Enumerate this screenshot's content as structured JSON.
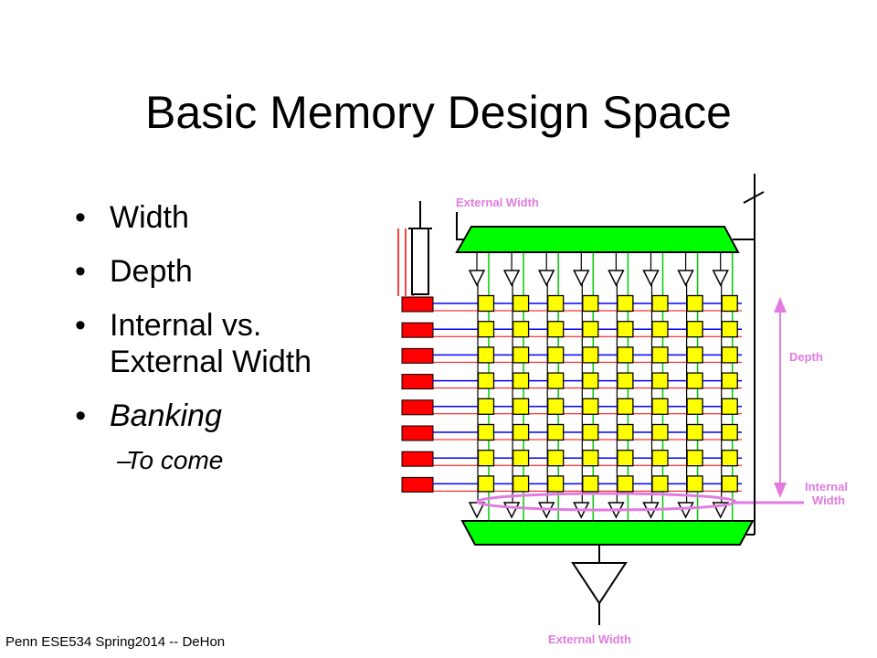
{
  "slide": {
    "title": "Basic Memory Design Space",
    "bullets": [
      {
        "text": "Width"
      },
      {
        "text": "Depth"
      },
      {
        "text": "Internal vs. External Width"
      },
      {
        "text": "Banking"
      }
    ],
    "sub_bullet": "To come",
    "footer": "Penn ESE534 Spring2014 -- DeHon"
  },
  "diagram": {
    "labels": {
      "external_width_top": "External Width",
      "depth": "Depth",
      "internal_width_line1": "Internal",
      "internal_width_line2": "Width",
      "external_width_bottom": "External Width"
    },
    "grid": {
      "rows": 8,
      "cols": 8
    },
    "colors": {
      "decoder": "#ff0000",
      "cell": "#ffff00",
      "mux": "#00ff00",
      "word_line": "#0000ff",
      "bit_line": "#00cc00",
      "highlight": "#e27be0"
    }
  }
}
